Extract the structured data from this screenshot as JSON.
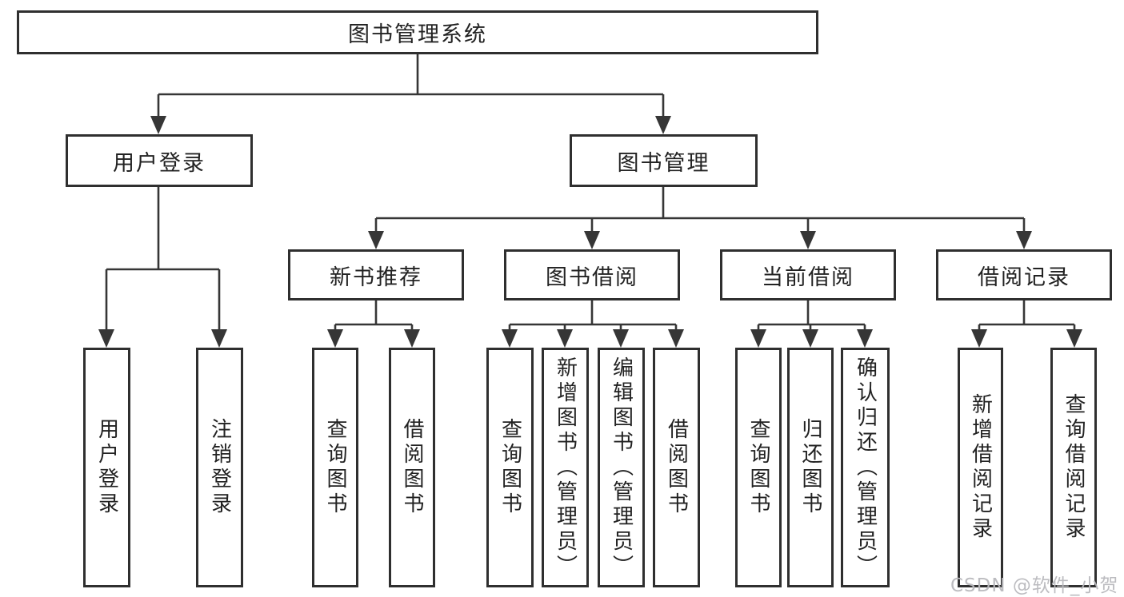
{
  "tree": {
    "label": "图书管理系统",
    "children": [
      {
        "label": "用户登录",
        "children": [
          {
            "label": "用户登录"
          },
          {
            "label": "注销登录"
          }
        ]
      },
      {
        "label": "图书管理",
        "children": [
          {
            "label": "新书推荐",
            "children": [
              {
                "label": "查询图书"
              },
              {
                "label": "借阅图书"
              }
            ]
          },
          {
            "label": "图书借阅",
            "children": [
              {
                "label": "查询图书"
              },
              {
                "label": "新增图书（管理员）"
              },
              {
                "label": "编辑图书（管理员）"
              },
              {
                "label": "借阅图书"
              }
            ]
          },
          {
            "label": "当前借阅",
            "children": [
              {
                "label": "查询图书"
              },
              {
                "label": "归还图书"
              },
              {
                "label": "确认归还（管理员）"
              }
            ]
          },
          {
            "label": "借阅记录",
            "children": [
              {
                "label": "新增借阅记录"
              },
              {
                "label": "查询借阅记录"
              }
            ]
          }
        ]
      }
    ]
  },
  "watermark": "CSDN @软件_小贺同学",
  "colors": {
    "line": "#363636",
    "box_border": "#2f2f2f",
    "box_background": "#ffffff",
    "text": "#222222",
    "watermark": "#b9b9bd"
  }
}
